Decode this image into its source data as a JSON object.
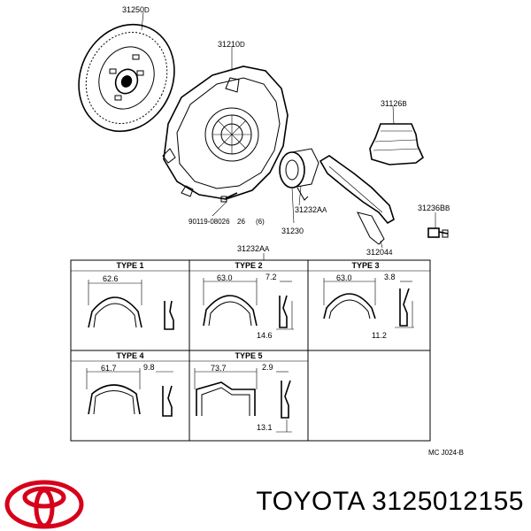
{
  "parts": {
    "clutch_disc": "31250",
    "clutch_cover": "31210",
    "boot": "31126",
    "bolt_90119": "90119-08026",
    "qty_26": "26",
    "qty_6": "(6)",
    "clip_31232a_upper": "31232A",
    "bearing": "31230",
    "fork_31204": "31204",
    "fork_bolt": "31236B",
    "clip_31232a_table": "31232A"
  },
  "part_suffixes": {
    "clutch_disc": "D",
    "clutch_cover": "D",
    "boot": "B",
    "clip_31232a_upper": "A",
    "fork_bolt": "B",
    "fork_31204": "4",
    "clip_31232a_table": "A"
  },
  "clip_table": {
    "types": [
      {
        "title": "TYPE 1",
        "width": "62.6",
        "offset": "",
        "height": ""
      },
      {
        "title": "TYPE 2",
        "width": "63.0",
        "offset": "7.2",
        "height": "14.6"
      },
      {
        "title": "TYPE 3",
        "width": "63.0",
        "offset": "3.8",
        "height": "11.2"
      },
      {
        "title": "TYPE 4",
        "width": "61.7",
        "offset": "9.8",
        "height": ""
      },
      {
        "title": "TYPE 5",
        "width": "73.7",
        "offset": "2.9",
        "height": "13.1"
      }
    ]
  },
  "figure_code": "MC J024-B",
  "brand": {
    "name": "TOYOTA 3125012155",
    "logo_color": "#d7001a"
  }
}
